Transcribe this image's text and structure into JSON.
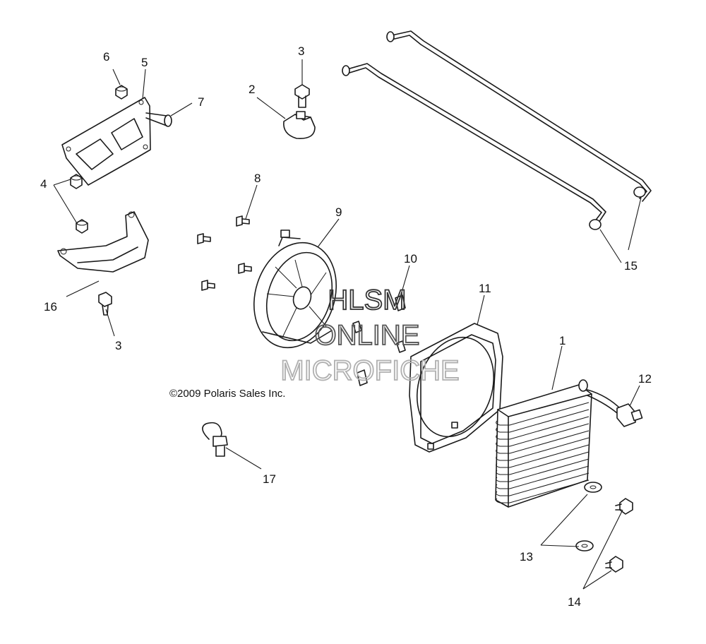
{
  "copyright": "©2009 Polaris Sales Inc.",
  "watermark": {
    "lines": [
      "HLSM",
      "ONLINE",
      "MICROFICHE"
    ],
    "colors": [
      "#333333",
      "#555555",
      "#b0b0b0"
    ]
  },
  "callouts": [
    "1",
    "2",
    "3",
    "3",
    "4",
    "5",
    "6",
    "7",
    "8",
    "9",
    "10",
    "11",
    "12",
    "13",
    "14",
    "15",
    "16",
    "17"
  ]
}
